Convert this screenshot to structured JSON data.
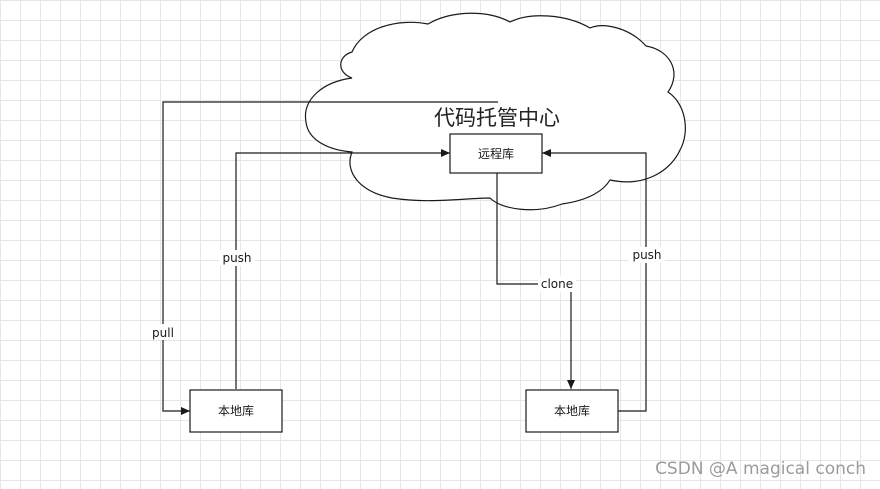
{
  "cloud": {
    "title": "代码托管中心"
  },
  "nodes": {
    "remote": "远程库",
    "local_left": "本地库",
    "local_right": "本地库"
  },
  "edges": {
    "pull": "pull",
    "push_left": "push",
    "push_right": "push",
    "clone": "clone"
  },
  "watermark": "CSDN @A magical conch"
}
